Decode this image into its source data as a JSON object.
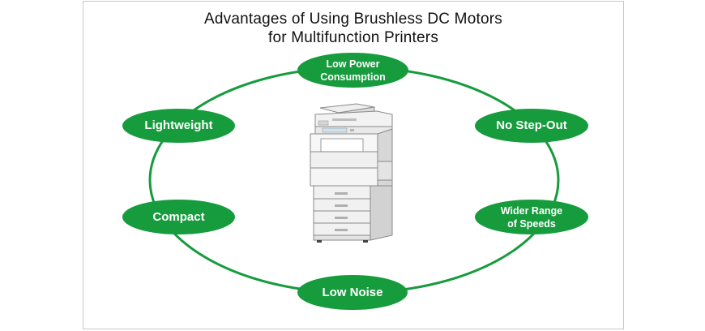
{
  "title": {
    "line1": "Advantages of Using Brushless DC Motors",
    "line2": "for Multifunction Printers"
  },
  "nodes": {
    "low_power": "Low Power\nConsumption",
    "no_step_out": "No Step-Out",
    "wider_range": "Wider Range\nof Speeds",
    "low_noise": "Low Noise",
    "compact": "Compact",
    "lightweight": "Lightweight"
  },
  "colors": {
    "accent": "#169b3d",
    "text_on_accent": "#ffffff"
  },
  "image": {
    "center_icon": "multifunction-printer-icon"
  }
}
